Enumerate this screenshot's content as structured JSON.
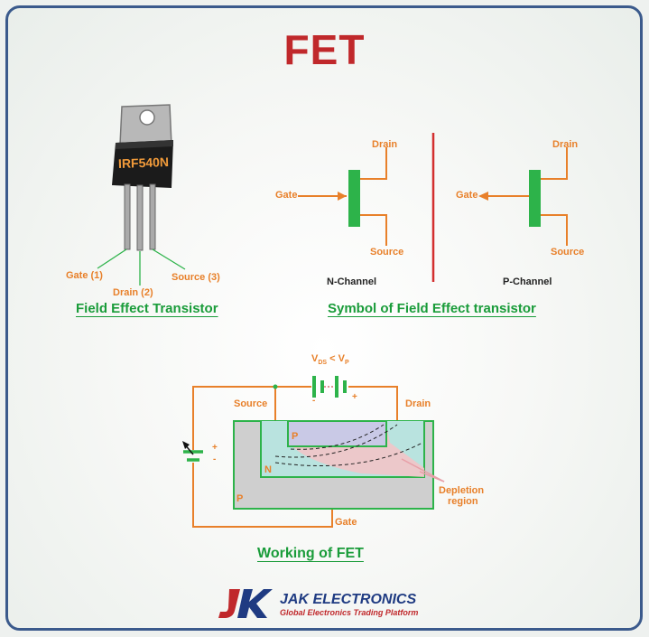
{
  "title": "FET",
  "transistor": {
    "marking": "IRF540N",
    "pins": {
      "gate": "Gate (1)",
      "drain": "Drain (2)",
      "source": "Source (3)"
    },
    "caption": "Field Effect Transistor"
  },
  "symbols": {
    "caption": "Symbol of Field Effect transistor",
    "n_channel": {
      "label": "N-Channel",
      "gate": "Gate",
      "drain": "Drain",
      "source": "Source"
    },
    "p_channel": {
      "label": "P-Channel",
      "gate": "Gate",
      "drain": "Drain",
      "source": "Source"
    }
  },
  "working": {
    "caption": "Working of FET",
    "vds_label": "V",
    "vds_sub1": "DS",
    "vds_mid": " < V",
    "vds_sub2": "P",
    "source": "Source",
    "drain": "Drain",
    "gate": "Gate",
    "depletion": "Depletion",
    "region": "region",
    "p_top": "P",
    "n": "N",
    "p_bottom": "P",
    "plus": "+",
    "minus": "-",
    "batt_plus": "+",
    "batt_minus": "-"
  },
  "brand": {
    "name": "JAK ELECTRONICS",
    "tagline": "Global Electronics Trading Platform",
    "logo_letters": "JK"
  },
  "colors": {
    "title": "#c0282b",
    "caption": "#1a9c3a",
    "wire": "#e8802a",
    "symbol_body": "#2db34a",
    "divider": "#d32f2f",
    "frame": "#3b5a8c"
  }
}
